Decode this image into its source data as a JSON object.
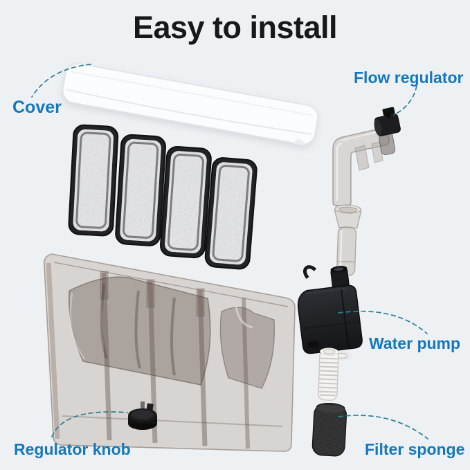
{
  "page": {
    "background": "#eef1f4"
  },
  "title": {
    "text": "Easy to install"
  },
  "labels": {
    "cover": "Cover",
    "flow_regulator": "Flow regulator",
    "water_pump": "Water pump",
    "filter_sponge": "Filter sponge",
    "regulator_knob": "Regulator knob"
  },
  "diagram": {
    "parts": [
      "lid-cover",
      "filter-cartridges",
      "filter-box",
      "flow-regulator-tube",
      "connector-tube",
      "water-pump",
      "intake-strainer",
      "filter-sponge",
      "regulator-knob"
    ]
  },
  "colors": {
    "background": "#eef1f4",
    "label_blue": "#1578bd",
    "leader_teal": "#2c7f93",
    "title_color": "#17181a"
  }
}
